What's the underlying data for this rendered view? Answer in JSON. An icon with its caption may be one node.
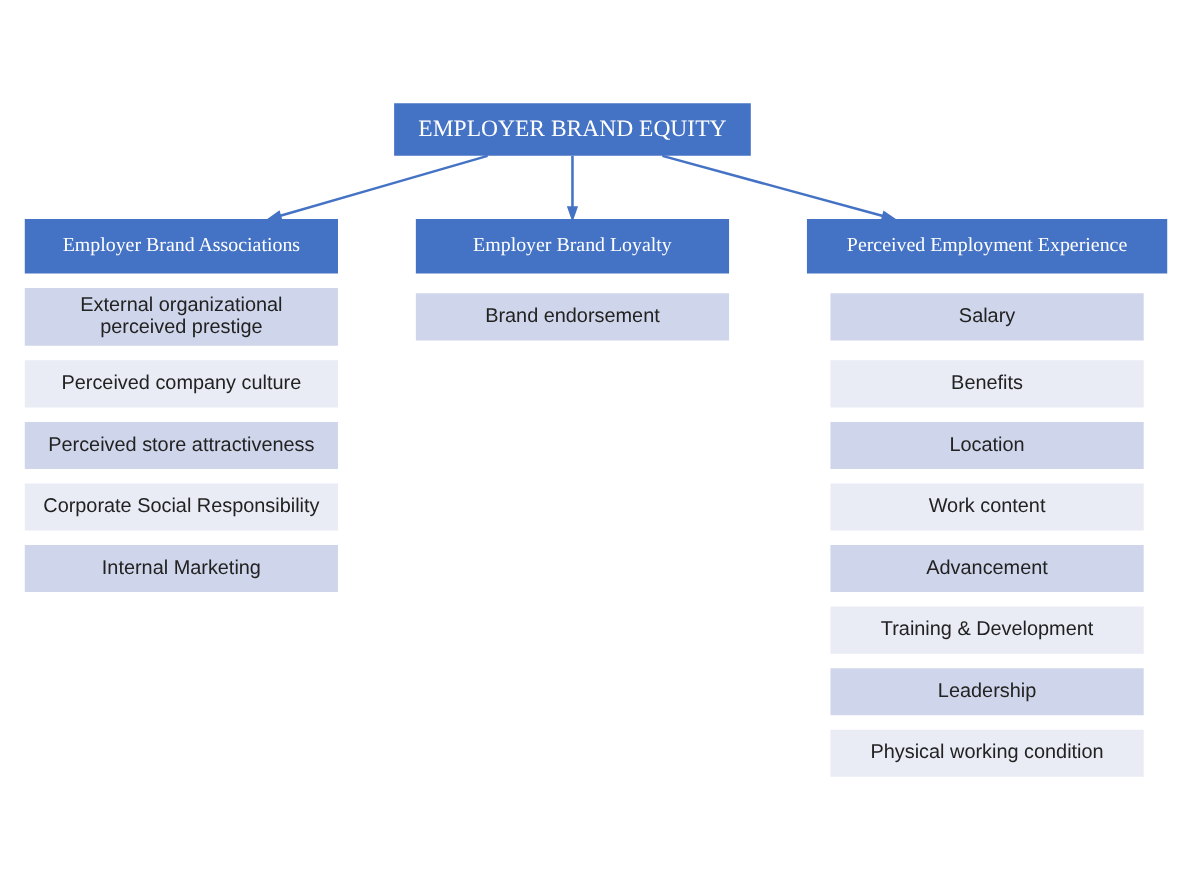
{
  "diagram": {
    "nodes": [
      {
        "text": [
          "EMPLOYER BRAND EQUITY"
        ]
      },
      {
        "text": [
          "Employer Brand Associations"
        ]
      },
      {
        "text": [
          "Employer Brand Loyalty"
        ]
      },
      {
        "text": [
          "Perceived Employment Experience"
        ]
      },
      {
        "text": [
          "External organizational perceived prestige"
        ]
      },
      {
        "text": [
          "Perceived company culture"
        ]
      },
      {
        "text": [
          "Perceived store attractiveness"
        ]
      },
      {
        "text": [
          "Corporate Social Responsibility"
        ]
      },
      {
        "text": [
          "Internal Marketing"
        ]
      },
      {
        "text": [
          "Brand endorsement"
        ]
      },
      {
        "text": [
          "Salary"
        ]
      },
      {
        "text": [
          "Benefits"
        ]
      },
      {
        "text": [
          "Location"
        ]
      },
      {
        "text": [
          "Work content"
        ]
      },
      {
        "text": [
          "Advancement"
        ]
      },
      {
        "text": [
          "Training & Development"
        ]
      },
      {
        "text": [
          "Leadership"
        ]
      },
      {
        "text": [
          "Physical working condition"
        ]
      }
    ],
    "edges": [
      {
        "from": 0,
        "to": 1,
        "arrow": "to"
      },
      {
        "from": 0,
        "to": 2,
        "arrow": "to"
      },
      {
        "from": 0,
        "to": 3,
        "arrow": "to"
      }
    ]
  }
}
